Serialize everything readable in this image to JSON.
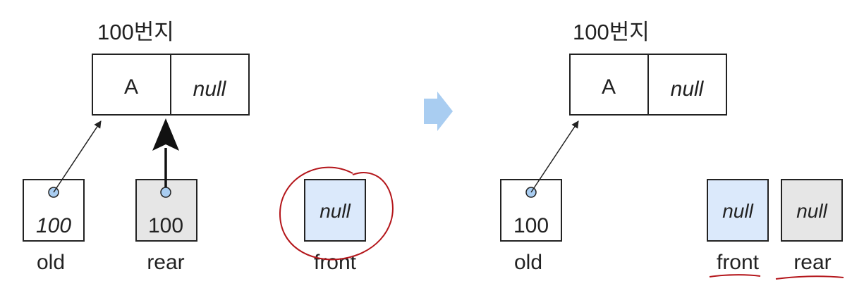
{
  "left": {
    "address_label": "100번지",
    "node": {
      "data": "A",
      "link": "null"
    },
    "vars": {
      "old": {
        "value": "100",
        "label": "old"
      },
      "rear": {
        "value": "100",
        "label": "rear"
      },
      "front": {
        "value": "null",
        "label": "front"
      }
    }
  },
  "right": {
    "address_label": "100번지",
    "node": {
      "data": "A",
      "link": "null"
    },
    "vars": {
      "old": {
        "value": "100",
        "label": "old"
      },
      "front": {
        "value": "null",
        "label": "front"
      },
      "rear": {
        "value": "null",
        "label": "rear"
      }
    }
  },
  "colors": {
    "front_fill": "#dbe9fb",
    "rear_fill_left": "#e6e6e6",
    "rear_fill_right": "#e6e6e6",
    "pointer_dot": "#a9cdf1",
    "transition_arrow": "#a9cdf1",
    "annotation_red": "#b4161b"
  }
}
